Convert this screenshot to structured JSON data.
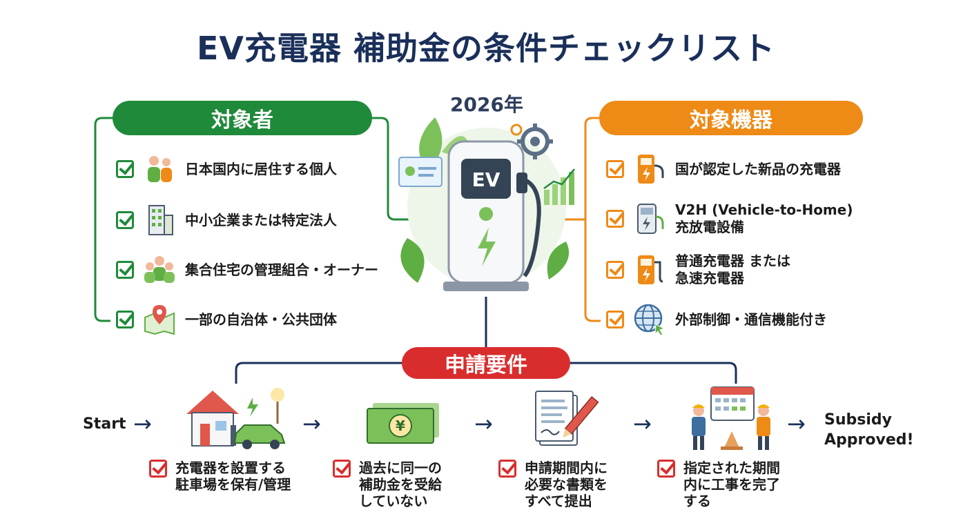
{
  "title": "EV充電器 補助金の条件チェックリスト",
  "year": "2026年",
  "ev_label": "EV",
  "left": {
    "header": "対象者",
    "items": [
      {
        "label": "日本国内に居住する個人",
        "icon": "family-icon"
      },
      {
        "label": "中小企業または特定法人",
        "icon": "building-icon"
      },
      {
        "label": "集合住宅の管理組合・オーナー",
        "icon": "group-icon"
      },
      {
        "label": "一部の自治体・公共団体",
        "icon": "map-pin-icon"
      }
    ]
  },
  "right": {
    "header": "対象機器",
    "items": [
      {
        "line1": "国が認定した新品の充電器",
        "line2": "",
        "icon": "charger-icon"
      },
      {
        "line1": "V2H (Vehicle-to-Home)",
        "line2": "充放電設備",
        "icon": "v2h-icon"
      },
      {
        "line1": "普通充電器 または",
        "line2": "急速充電器",
        "icon": "fuel-charger-icon"
      },
      {
        "line1": "外部制御・通信機能付き",
        "line2": "",
        "icon": "globe-icon"
      }
    ]
  },
  "requirements": {
    "header": "申請要件",
    "start": "Start",
    "end_line1": "Subsidy",
    "end_line2": "Approved!",
    "steps": [
      {
        "lines": [
          "充電器を設置する",
          "駐車場を保有/管理"
        ],
        "icon": "house-car-icon"
      },
      {
        "lines": [
          "過去に同一の",
          "補助金を受給",
          "していない"
        ],
        "icon": "yen-bill-icon"
      },
      {
        "lines": [
          "申請期間内に",
          "必要な書類を",
          "すべて提出"
        ],
        "icon": "document-pen-icon"
      },
      {
        "lines": [
          "指定された期間",
          "内に工事を完了",
          "する"
        ],
        "icon": "workers-calendar-icon"
      }
    ]
  },
  "colors": {
    "green": "#1f8a3a",
    "orange": "#ee8a16",
    "red": "#d92d2d",
    "navy": "#1a2f5a"
  }
}
